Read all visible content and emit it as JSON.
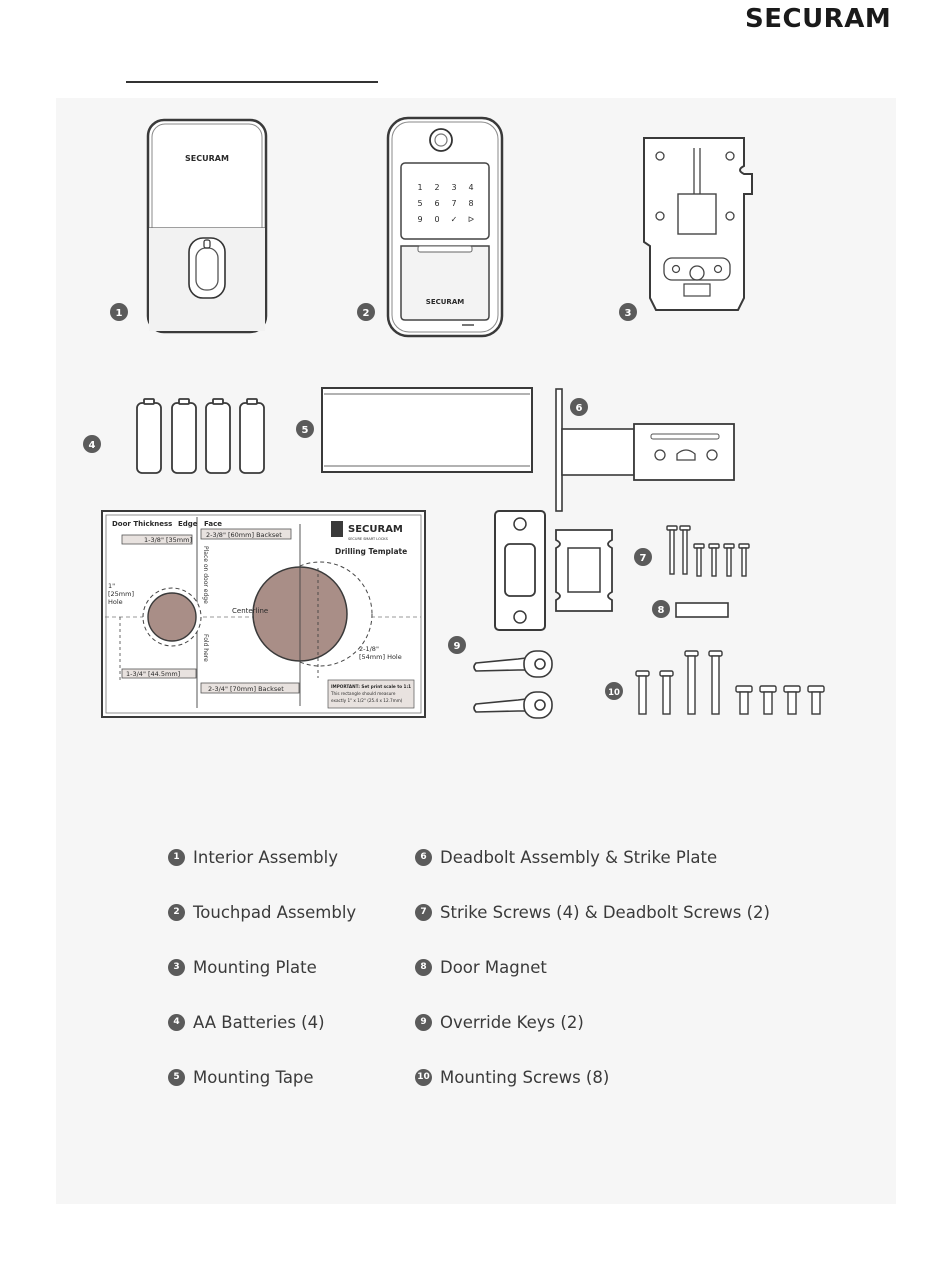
{
  "brand": "SECURAM",
  "figure": {
    "device_logo": "SECURAM",
    "keypad_keys": [
      "1",
      "2",
      "3",
      "4",
      "5",
      "6",
      "7",
      "8",
      "9",
      "0",
      "✓",
      "ᐅ"
    ],
    "item_badges": [
      "1",
      "2",
      "3",
      "4",
      "5",
      "6",
      "7",
      "8",
      "9",
      "10"
    ],
    "template": {
      "door_thickness": "Door Thickness",
      "edge": "Edge",
      "face": "Face",
      "backset_60": "2-3/8\" [60mm] Backset",
      "hole_35": "1-3/8\" [35mm]",
      "hole_25_a": "1\"",
      "hole_25_b": "[25mm]",
      "hole_25_c": "Hole",
      "place_on_edge": "Place on door edge",
      "fold_here": "Fold here",
      "centerline": "Centerline",
      "hole_54_a": "2-1/8\"",
      "hole_54_b": "[54mm] Hole",
      "thickness_44": "1-3/4\" [44.5mm]",
      "backset_70": "2-3/4\" [70mm] Backset",
      "logo": "SECURAM",
      "tagline": "SECURE SMART LOCKS",
      "drilling_template": "Drilling Template",
      "important_a": "IMPORTANT: Set print scale to 1:1",
      "important_b": "This rectangle should measure",
      "important_c": "exactly 1\" x 1/2\" (25.4 x 12.7mm)"
    }
  },
  "legend": [
    {
      "num": "1",
      "label": "Interior Assembly"
    },
    {
      "num": "2",
      "label": "Touchpad Assembly"
    },
    {
      "num": "3",
      "label": "Mounting Plate"
    },
    {
      "num": "4",
      "label": "AA Batteries (4)"
    },
    {
      "num": "5",
      "label": "Mounting Tape"
    },
    {
      "num": "6",
      "label": "Deadbolt Assembly & Strike Plate"
    },
    {
      "num": "7",
      "label": "Strike Screws (4) & Deadbolt Screws (2)"
    },
    {
      "num": "8",
      "label": "Door Magnet"
    },
    {
      "num": "9",
      "label": "Override Keys (2)"
    },
    {
      "num": "10",
      "label": "Mounting Screws (8)"
    }
  ]
}
